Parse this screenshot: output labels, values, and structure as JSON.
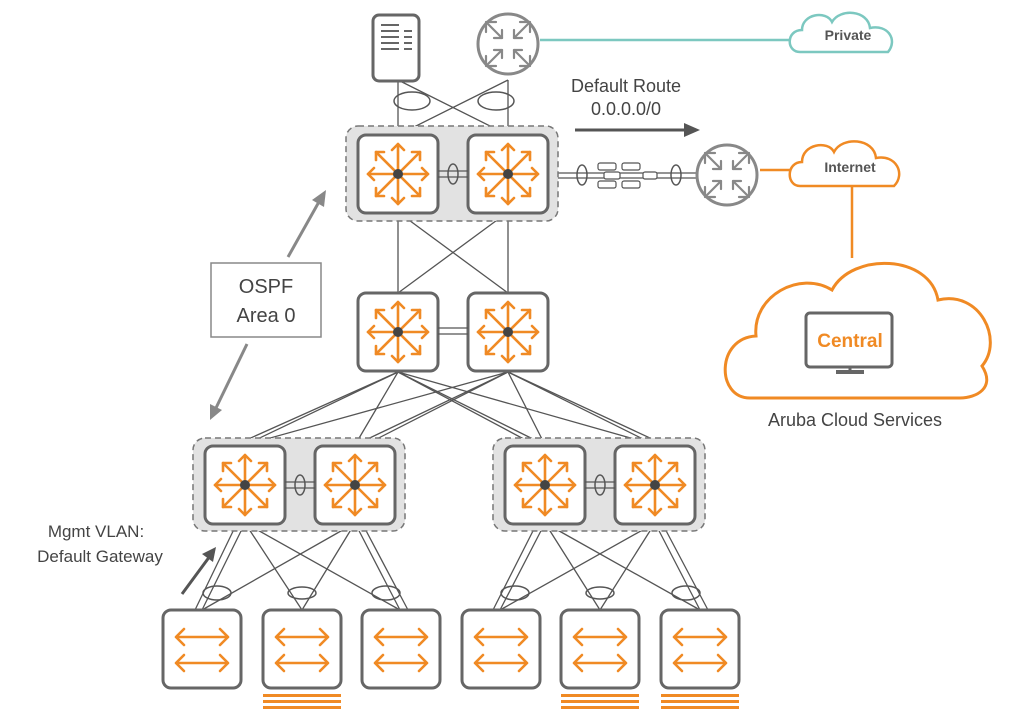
{
  "colors": {
    "accent_orange": "#F08A24",
    "private_teal": "#7CC8C0",
    "device_border": "#666666",
    "link_gray": "#555555",
    "group_fill": "#E0E0E0",
    "router_gray": "#8A8A8A"
  },
  "labels": {
    "private": "Private",
    "internet": "Internet",
    "default_route_line1": "Default Route",
    "default_route_line2": "0.0.0.0/0",
    "ospf_line1": "OSPF",
    "ospf_line2": "Area 0",
    "central": "Central",
    "aruba_cloud": "Aruba Cloud Services",
    "mgmt_line1": "Mgmt VLAN:",
    "mgmt_line2": "Default Gateway"
  },
  "icons": {
    "server": "server-icon",
    "router": "router-icon",
    "core_switch": "l3-switch-icon",
    "access_switch": "l2-switch-icon",
    "cloud": "cloud-icon",
    "monitor": "monitor-icon"
  }
}
